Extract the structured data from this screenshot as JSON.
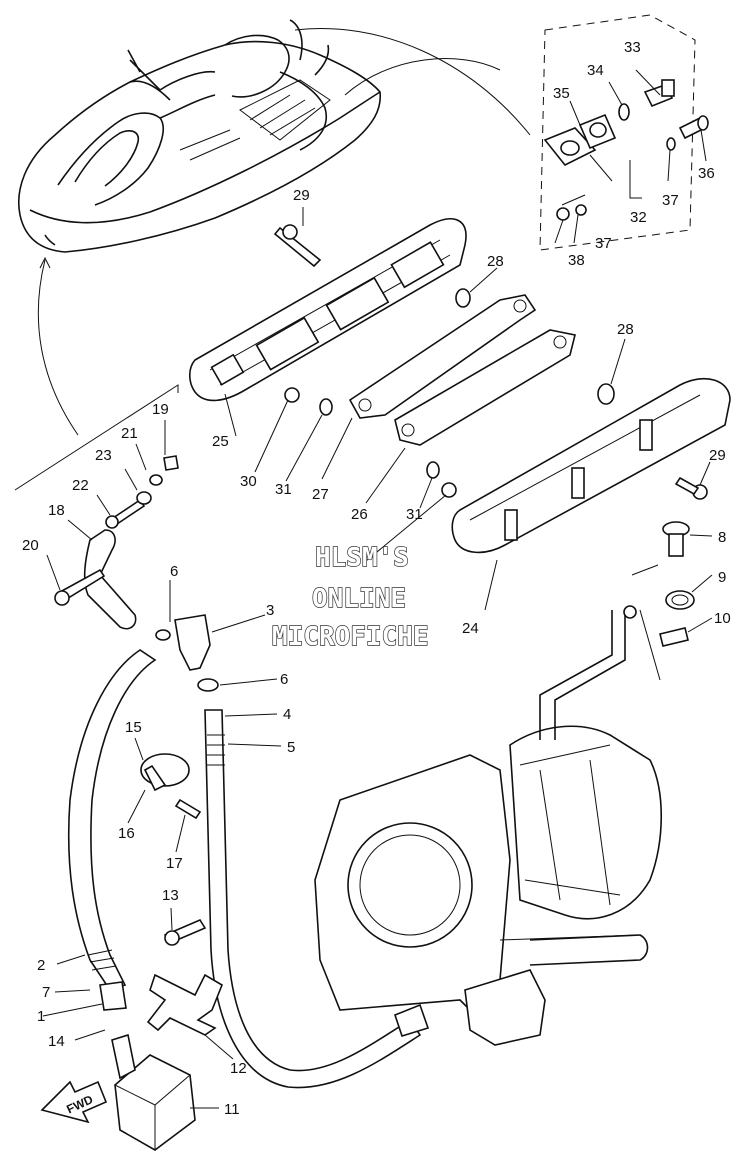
{
  "watermark": {
    "line1": "HLSM'S",
    "line2": "ONLINE",
    "line3": "MICROFICHE"
  },
  "direction_label": "FWD",
  "callouts": [
    {
      "id": "c1",
      "label": "1"
    },
    {
      "id": "c2",
      "label": "2"
    },
    {
      "id": "c3",
      "label": "3"
    },
    {
      "id": "c4",
      "label": "4"
    },
    {
      "id": "c5",
      "label": "5"
    },
    {
      "id": "c6a",
      "label": "6"
    },
    {
      "id": "c6b",
      "label": "6"
    },
    {
      "id": "c7",
      "label": "7"
    },
    {
      "id": "c8",
      "label": "8"
    },
    {
      "id": "c9",
      "label": "9"
    },
    {
      "id": "c10",
      "label": "10"
    },
    {
      "id": "c11",
      "label": "11"
    },
    {
      "id": "c12",
      "label": "12"
    },
    {
      "id": "c13",
      "label": "13"
    },
    {
      "id": "c14",
      "label": "14"
    },
    {
      "id": "c15",
      "label": "15"
    },
    {
      "id": "c16",
      "label": "16"
    },
    {
      "id": "c17",
      "label": "17"
    },
    {
      "id": "c18",
      "label": "18"
    },
    {
      "id": "c19",
      "label": "19"
    },
    {
      "id": "c20",
      "label": "20"
    },
    {
      "id": "c21",
      "label": "21"
    },
    {
      "id": "c22",
      "label": "22"
    },
    {
      "id": "c23",
      "label": "23"
    },
    {
      "id": "c24",
      "label": "24"
    },
    {
      "id": "c25",
      "label": "25"
    },
    {
      "id": "c26",
      "label": "26"
    },
    {
      "id": "c27",
      "label": "27"
    },
    {
      "id": "c28a",
      "label": "28"
    },
    {
      "id": "c28b",
      "label": "28"
    },
    {
      "id": "c29a",
      "label": "29"
    },
    {
      "id": "c29b",
      "label": "29"
    },
    {
      "id": "c30",
      "label": "30"
    },
    {
      "id": "c31a",
      "label": "31"
    },
    {
      "id": "c31b",
      "label": "31"
    },
    {
      "id": "c32",
      "label": "32"
    },
    {
      "id": "c33",
      "label": "33"
    },
    {
      "id": "c34",
      "label": "34"
    },
    {
      "id": "c35",
      "label": "35"
    },
    {
      "id": "c36",
      "label": "36"
    },
    {
      "id": "c37a",
      "label": "37"
    },
    {
      "id": "c37b",
      "label": "37"
    },
    {
      "id": "c38",
      "label": "38"
    }
  ]
}
